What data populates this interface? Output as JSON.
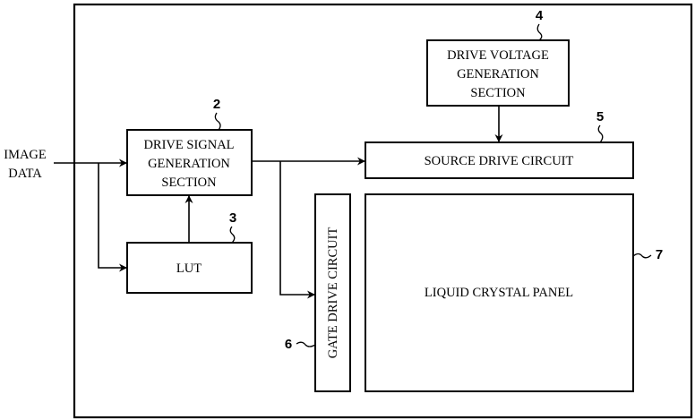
{
  "input": {
    "line1": "IMAGE",
    "line2": "DATA"
  },
  "blocks": {
    "drive_signal": {
      "lines": [
        "DRIVE SIGNAL",
        "GENERATION",
        "SECTION"
      ],
      "ref": "2"
    },
    "lut": {
      "label": "LUT",
      "ref": "3"
    },
    "drive_voltage": {
      "lines": [
        "DRIVE VOLTAGE",
        "GENERATION",
        "SECTION"
      ],
      "ref": "4"
    },
    "source_drive": {
      "label": "SOURCE DRIVE CIRCUIT",
      "ref": "5"
    },
    "gate_drive": {
      "label": "GATE DRIVE CIRCUIT",
      "ref": "6"
    },
    "lcd_panel": {
      "label": "LIQUID CRYSTAL PANEL",
      "ref": "7"
    }
  }
}
